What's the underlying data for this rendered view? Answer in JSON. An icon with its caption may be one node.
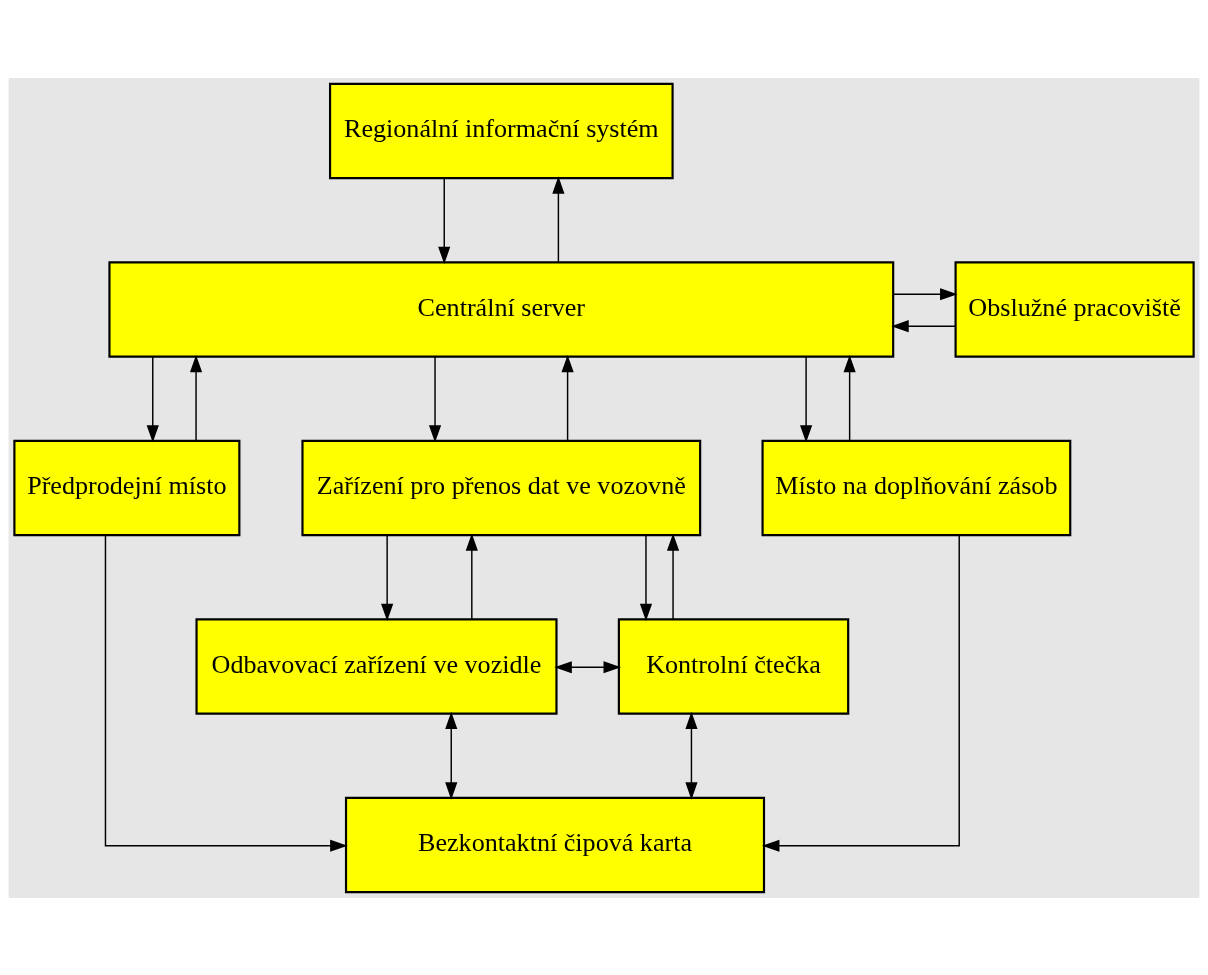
{
  "diagram": {
    "nodes": [
      {
        "text": [
          "Regionální informační systém"
        ]
      },
      {
        "text": [
          "Centrální server"
        ]
      },
      {
        "text": [
          "Obslužné pracoviště"
        ]
      },
      {
        "text": [
          "Předprodejní místo"
        ]
      },
      {
        "text": [
          "Zařízení pro přenos dat ve vozovně"
        ]
      },
      {
        "text": [
          "Místo na doplňování zásob"
        ]
      },
      {
        "text": [
          "Odbavovací zařízení ve vozidle"
        ]
      },
      {
        "text": [
          "Kontrolní čtečka"
        ]
      },
      {
        "text": [
          "Bezkontaktní čipová karta"
        ]
      }
    ],
    "edges": [
      {
        "from": 1,
        "to": 0,
        "arrow": "to"
      },
      {
        "from": 0,
        "to": 1,
        "arrow": "to"
      },
      {
        "from": 2,
        "to": 1,
        "arrow": "to"
      },
      {
        "from": 1,
        "to": 2,
        "arrow": "to"
      },
      {
        "from": 3,
        "to": 1,
        "arrow": "to"
      },
      {
        "from": 1,
        "to": 3,
        "arrow": "to"
      },
      {
        "from": 4,
        "to": 1,
        "arrow": "to"
      },
      {
        "from": 1,
        "to": 4,
        "arrow": "to"
      },
      {
        "from": 5,
        "to": 1,
        "arrow": "to"
      },
      {
        "from": 1,
        "to": 5,
        "arrow": "to"
      },
      {
        "from": 6,
        "to": 4,
        "arrow": "to"
      },
      {
        "from": 4,
        "to": 6,
        "arrow": "to"
      },
      {
        "from": 7,
        "to": 4,
        "arrow": "to"
      },
      {
        "from": 4,
        "to": 7,
        "arrow": "to"
      },
      {
        "from": 6,
        "to": 7,
        "arrow": "both"
      },
      {
        "from": 6,
        "to": 8,
        "arrow": "both"
      },
      {
        "from": 7,
        "to": 8,
        "arrow": "both"
      },
      {
        "from": 3,
        "to": 8,
        "arrow": "to"
      },
      {
        "from": 5,
        "to": 8,
        "arrow": "to"
      }
    ]
  }
}
